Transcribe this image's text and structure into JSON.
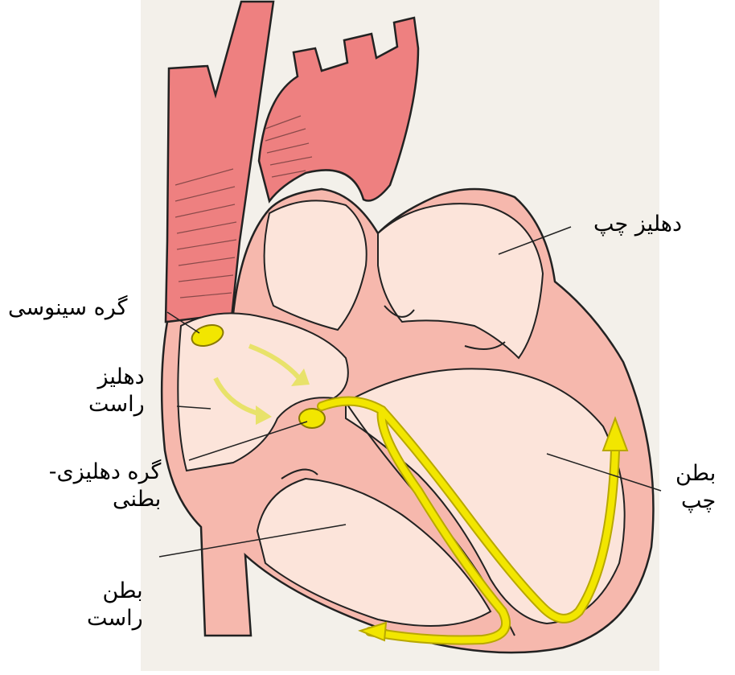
{
  "labels": {
    "left_atrium": "دهلیز چپ",
    "sa_node": "گره سینوسی",
    "right_atrium": {
      "line1": "دهلیز",
      "line2": "راست"
    },
    "av_node": {
      "line1": "گره دهلیزی-",
      "line2": "بطنی"
    },
    "left_ventricle": {
      "line1": "بطن",
      "line2": "چپ"
    },
    "right_ventricle": {
      "line1": "بطن",
      "line2": "راست"
    }
  },
  "colors": {
    "vessel": "#ee8080",
    "vessel_stroke": "#222222",
    "myocardium": "#f6b8ad",
    "chamber": "#fce4da",
    "paper": "#f3f0ea",
    "conduction": "#f2e600",
    "conduction_stroke": "#b8a800"
  }
}
